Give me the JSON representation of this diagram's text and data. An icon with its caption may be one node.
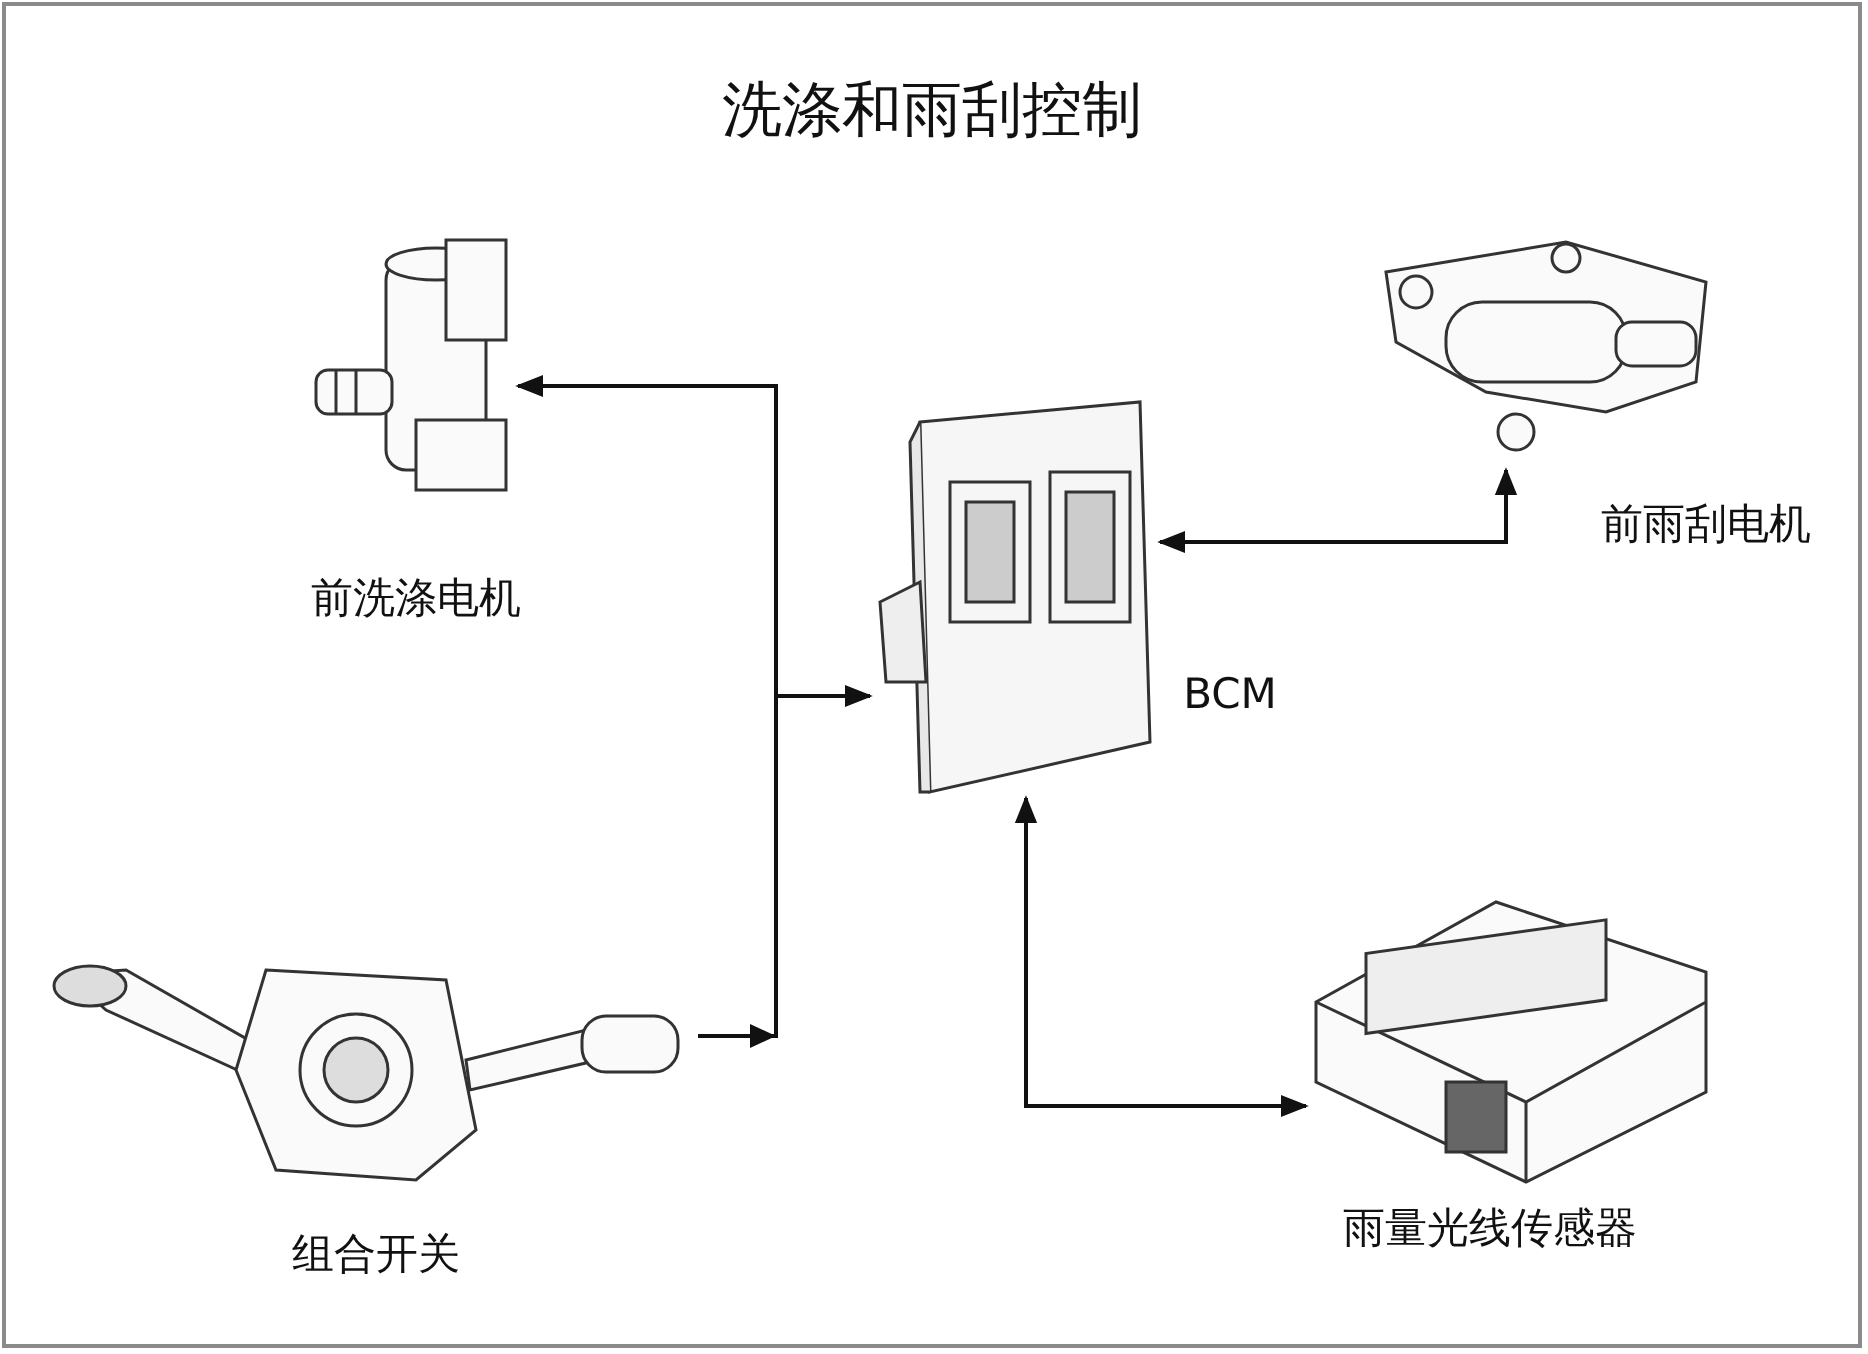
{
  "diagram": {
    "title": "洗涤和雨刮控制",
    "nodes": [
      {
        "text": [],
        "shape": "picture",
        "beside": [
          "前洗涤电机"
        ]
      },
      {
        "text": [],
        "shape": "picture",
        "beside": [
          "BCM"
        ]
      },
      {
        "text": [],
        "shape": "picture",
        "beside": [
          "前雨刮电机"
        ]
      },
      {
        "text": [],
        "shape": "picture",
        "beside": [
          "组合开关"
        ]
      },
      {
        "text": [],
        "shape": "picture",
        "beside": [
          "雨量光线传感器"
        ]
      }
    ],
    "edges": [
      {
        "from": 3,
        "to": 0,
        "arrow": "to"
      },
      {
        "from": 3,
        "to": 1,
        "arrow": "to"
      },
      {
        "from": 1,
        "to": 2,
        "arrow": "both"
      },
      {
        "from": 1,
        "to": 4,
        "arrow": "both"
      }
    ]
  }
}
